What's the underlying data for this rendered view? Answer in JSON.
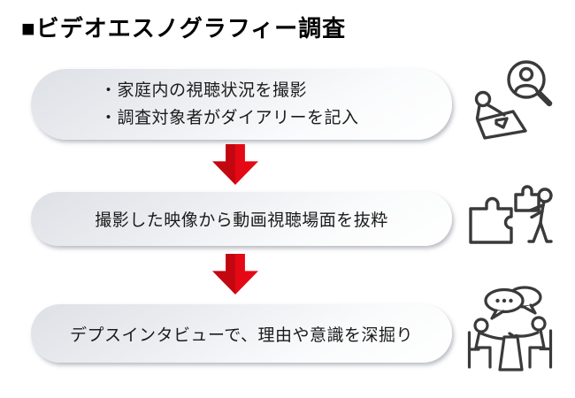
{
  "title": {
    "text": "■ビデオエスノグラフィー調査"
  },
  "flow": {
    "steps": [
      {
        "icon": "magnifier-user-diary-icon",
        "lines": [
          "・家庭内の視聴状況を撮影",
          "・調査対象者がダイアリーを記入"
        ]
      },
      {
        "icon": "puzzle-assembly-icon",
        "lines": [
          "撮影した映像から動画視聴場面を抜粋"
        ]
      },
      {
        "icon": "depth-interview-icon",
        "lines": [
          "デプスインタビューで、理由や意識を深掘り"
        ]
      }
    ],
    "arrow_colors": {
      "left_half": "#c20710",
      "right_half": "#e50915"
    }
  },
  "colors": {
    "background": "#ffffff",
    "box_gradient_top": "#dde0e6",
    "box_gradient_bottom": "#ffffff",
    "text": "#1b1b1b",
    "title_text": "#000000",
    "icon_stroke": "#3a3a3a"
  }
}
